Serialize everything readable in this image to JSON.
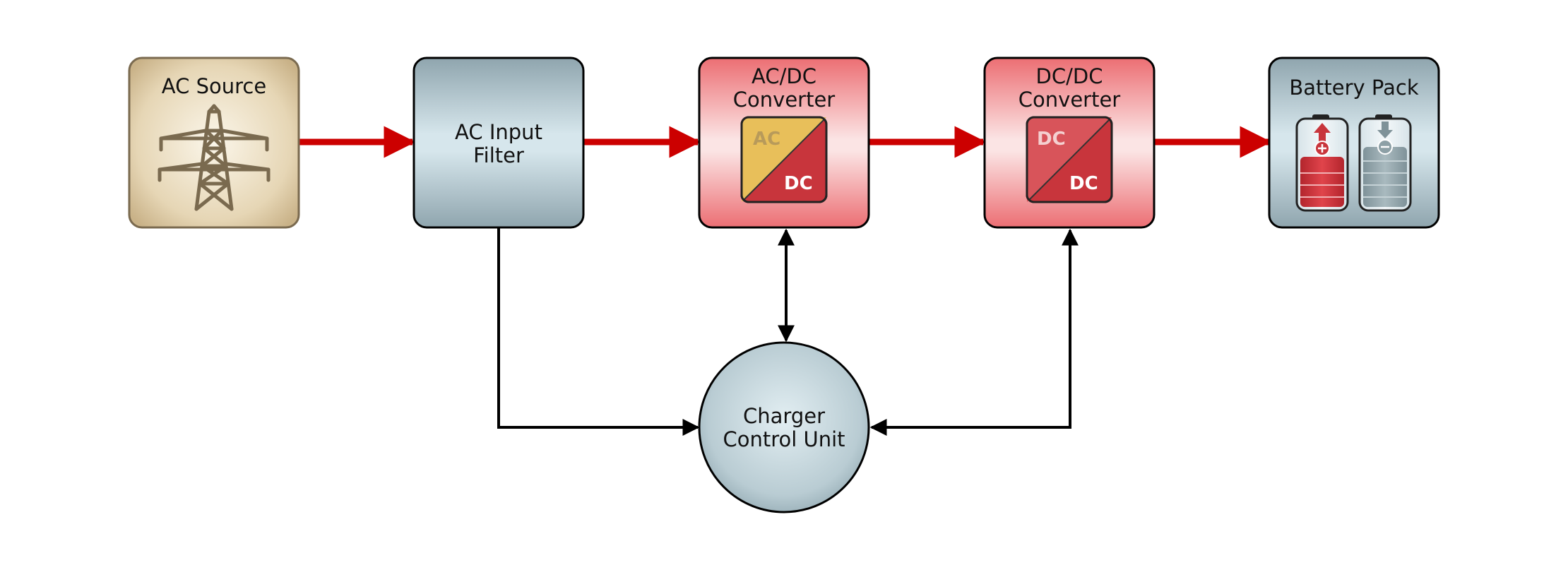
{
  "nodes": {
    "ac_source": {
      "label": "AC Source"
    },
    "ac_filter": {
      "line1": "AC Input",
      "line2": "Filter"
    },
    "acdc": {
      "line1": "AC/DC",
      "line2": "Converter",
      "chip_top": "AC",
      "chip_bottom": "DC"
    },
    "dcdc": {
      "line1": "DC/DC",
      "line2": "Converter",
      "chip_top": "DC",
      "chip_bottom": "DC"
    },
    "battery": {
      "label": "Battery Pack"
    },
    "control": {
      "line1": "Charger",
      "line2": "Control Unit"
    }
  },
  "icons": {
    "ac_source": "power-tower-icon",
    "acdc": "ac-dc-converter-icon",
    "dcdc": "dc-dc-converter-icon",
    "battery_charge": "battery-charging-icon",
    "battery_discharge": "battery-discharging-icon"
  },
  "colors": {
    "power_flow": "#cc0000",
    "signal_flow": "#000000",
    "source_fill": "#e6d6b5",
    "filter_fill": "#b5c9d1",
    "converter_fill": "#f2a7a9"
  }
}
